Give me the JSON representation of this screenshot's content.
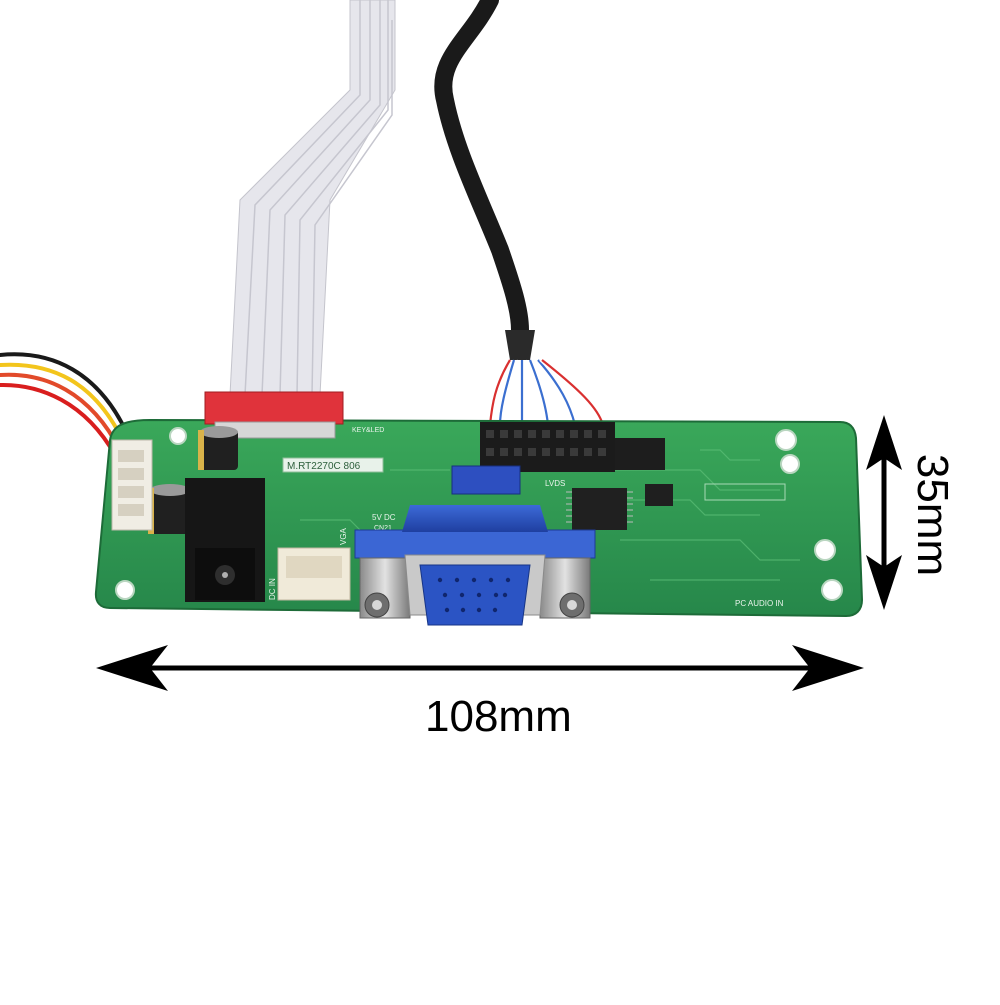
{
  "dimensions": {
    "width_label": "108mm",
    "height_label": "35mm"
  },
  "board": {
    "model_label": "M.RT2270C 806",
    "silkscreen": {
      "lvds": "LVDS",
      "pc_audio_in": "PC AUDIO IN",
      "dc_in": "DC IN",
      "dc_5v": "5V DC",
      "cn21": "CN21",
      "key_led": "KEY&LED",
      "vga": "VGA"
    }
  },
  "colors": {
    "pcb": "#2f9a4f",
    "vga_connector": "#2d58c8",
    "ribbon_cable": "#e9e9ee",
    "red_header": "#e0333b",
    "black_cable": "#1a1a1a"
  }
}
